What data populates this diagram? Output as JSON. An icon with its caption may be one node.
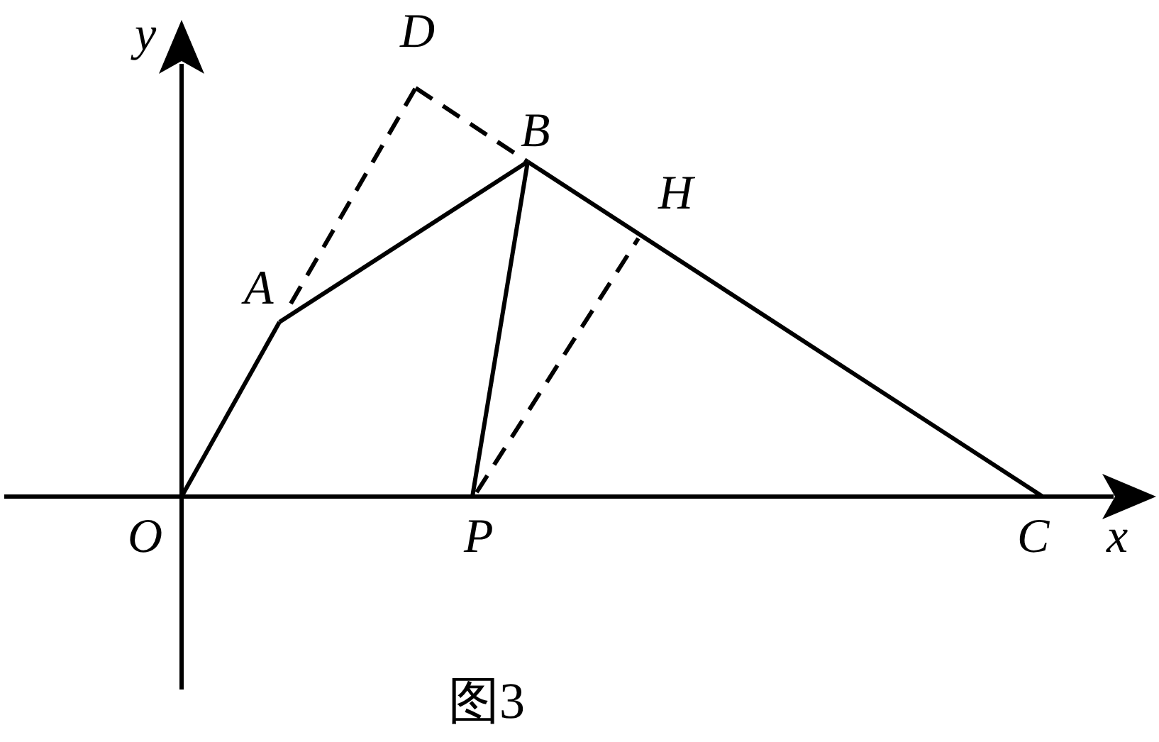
{
  "diagram": {
    "caption": "图3",
    "nodes": [
      {
        "text": [
          "D"
        ]
      },
      {
        "text": [
          "B"
        ]
      },
      {
        "text": [
          "H"
        ]
      },
      {
        "text": [
          "A"
        ]
      },
      {
        "text": [
          "O"
        ]
      },
      {
        "text": [
          "P"
        ]
      },
      {
        "text": [
          "C"
        ]
      }
    ],
    "edges": [
      {
        "from": 4,
        "to": 3,
        "arrow": "none"
      },
      {
        "from": 3,
        "to": 1,
        "arrow": "none"
      },
      {
        "from": 1,
        "to": 6,
        "arrow": "none"
      },
      {
        "from": 1,
        "to": 5,
        "arrow": "none"
      },
      {
        "from": 3,
        "to": 0,
        "arrow": "none",
        "style": "dashed"
      },
      {
        "from": 0,
        "to": 1,
        "arrow": "none",
        "style": "dashed"
      },
      {
        "from": 5,
        "to": 2,
        "arrow": "none",
        "style": "dashed"
      }
    ],
    "labels": [
      "y",
      "x"
    ]
  }
}
